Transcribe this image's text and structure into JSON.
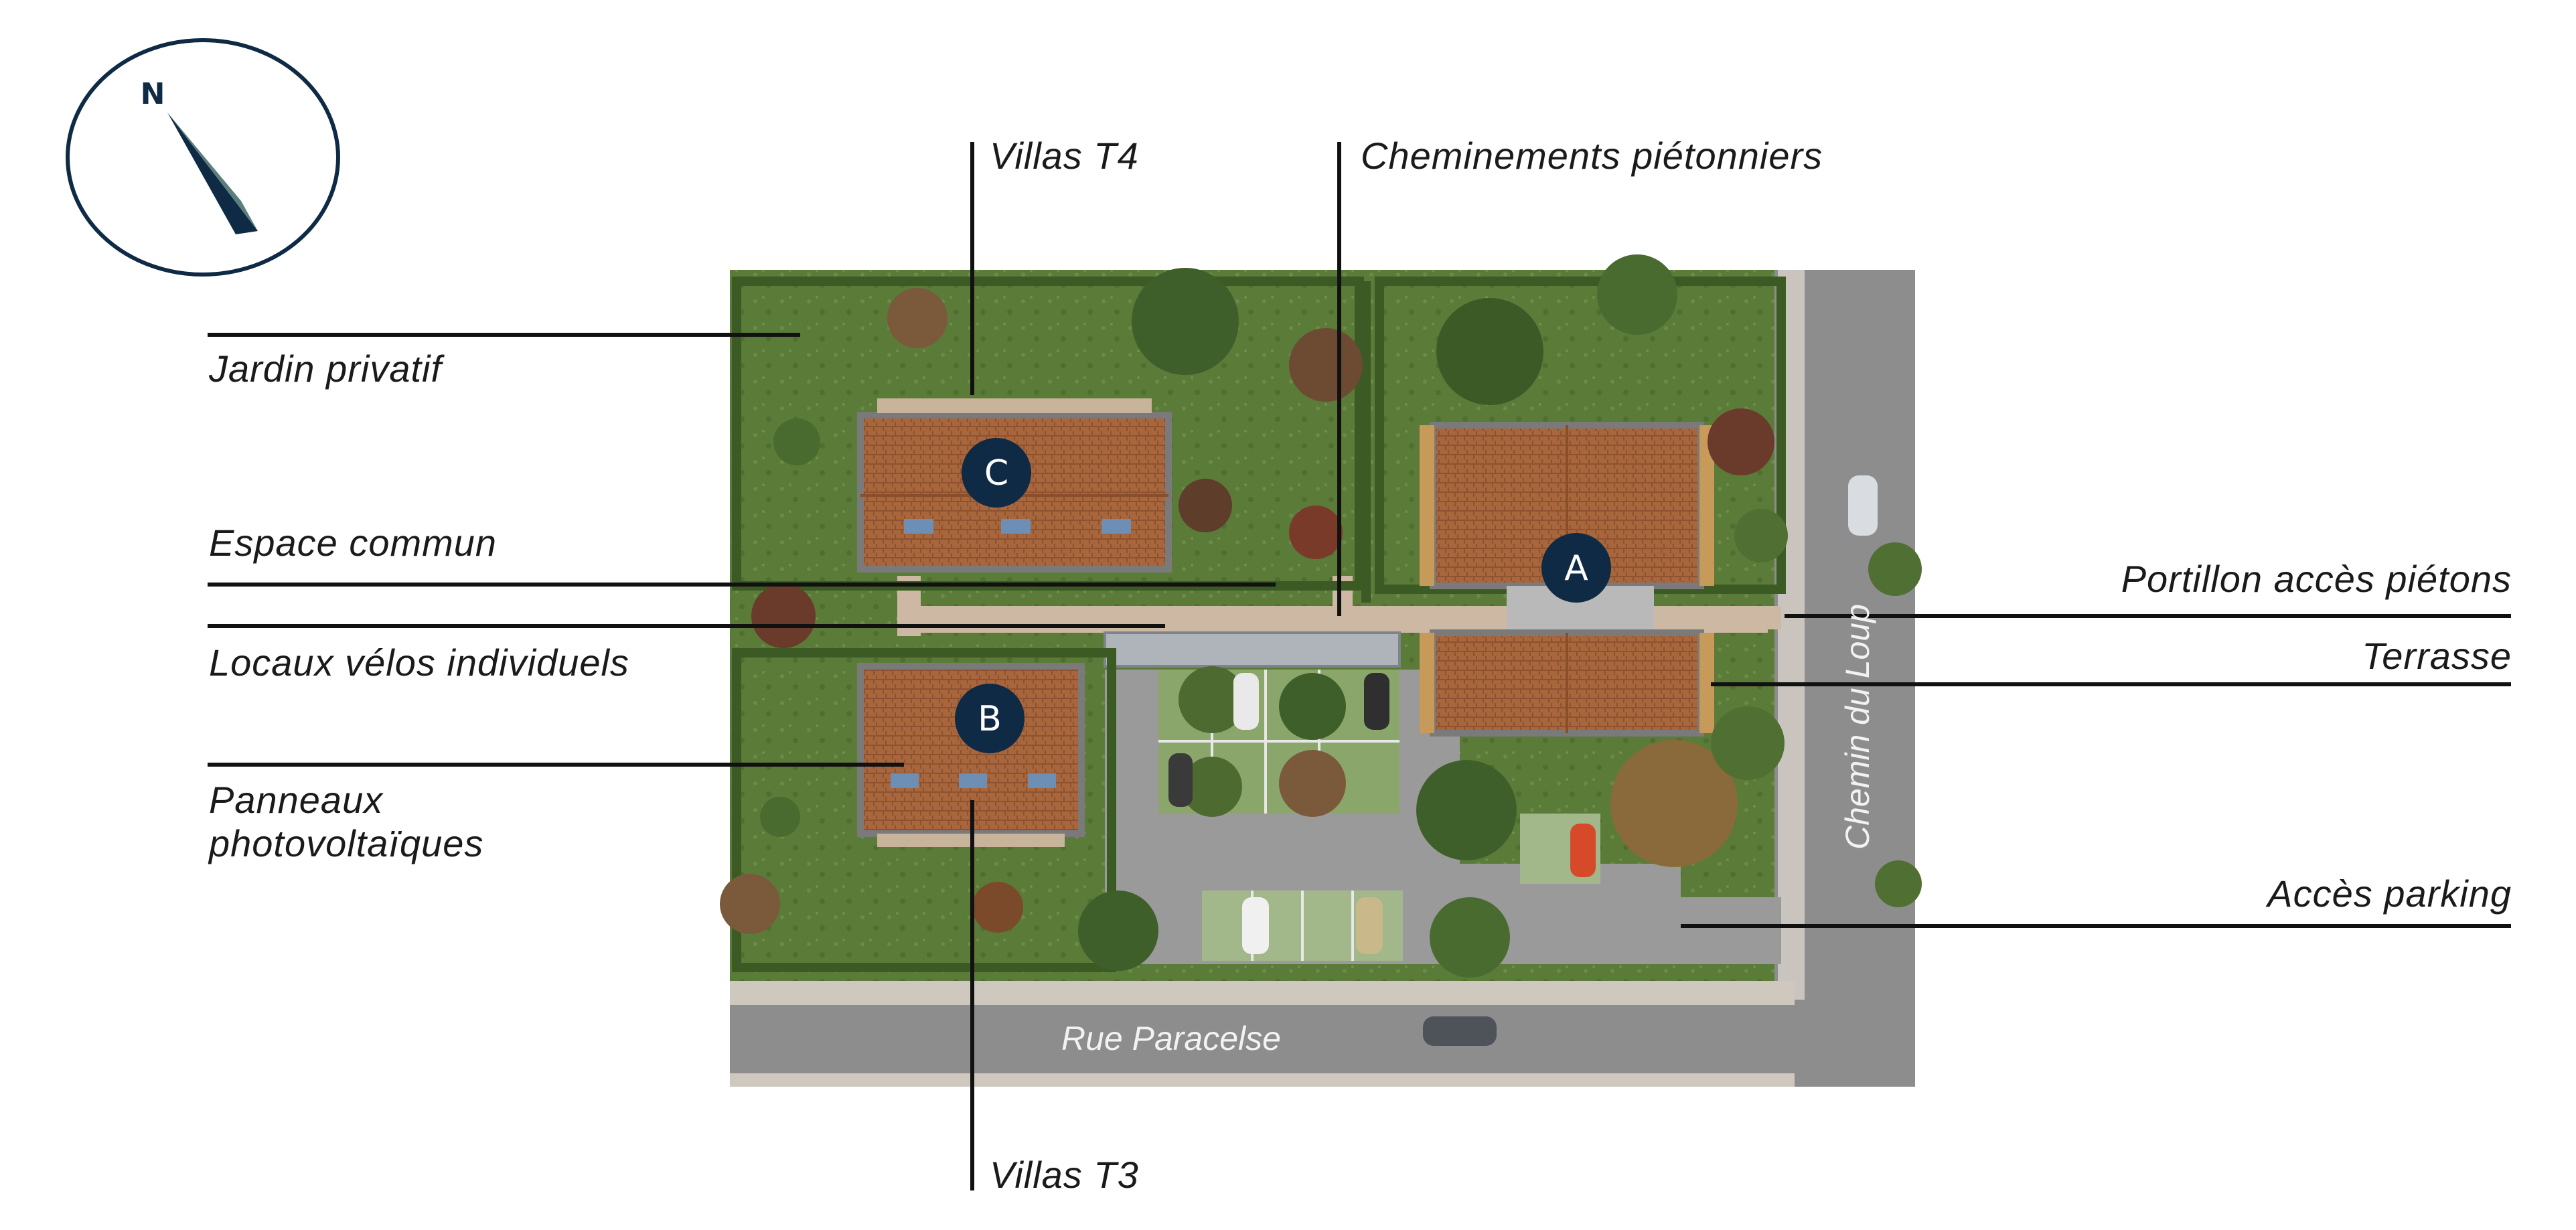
{
  "compass": {
    "north_label": "N",
    "icon": "north-arrow-icon"
  },
  "labels": {
    "villas_t4": "Villas T4",
    "cheminements": "Cheminements piétonniers",
    "jardin": "Jardin privatif",
    "espace_commun": "Espace commun",
    "locaux_velos": "Locaux vélos individuels",
    "panneaux_line1": "Panneaux",
    "panneaux_line2": "photovoltaïques",
    "portillon": "Portillon accès piétons",
    "terrasse": "Terrasse",
    "acces_parking": "Accès parking",
    "villas_t3": "Villas T3"
  },
  "streets": {
    "rue_paracelse": "Rue Paracelse",
    "chemin_du_loup": "Chemin du Loup"
  },
  "buildings": {
    "a": "A",
    "b": "B",
    "c": "C"
  },
  "colors": {
    "navy": "#0e2a45",
    "lawn": "#5a7a38",
    "hedge": "#3f5c26",
    "roof": "#a8663d",
    "road": "#8d8d8d",
    "path": "#cdb9a3"
  }
}
